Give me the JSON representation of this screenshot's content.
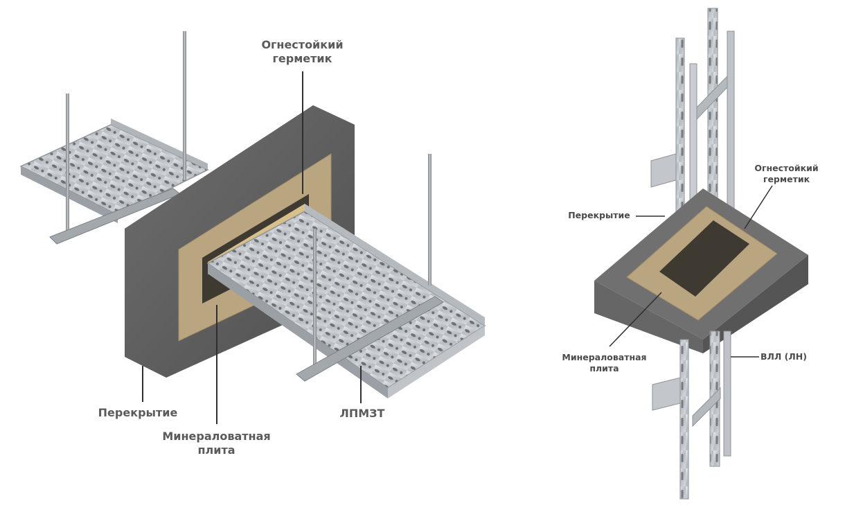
{
  "left_figure": {
    "labels": {
      "sealant_line1": "Огнестойкий",
      "sealant_line2": "герметик",
      "slab": "Перекрытие",
      "wool_line1": "Минераловатная",
      "wool_line2": "плита",
      "tray": "ЛПМЗТ"
    }
  },
  "right_figure": {
    "labels": {
      "sealant_line1": "Огнестойкий",
      "sealant_line2": "герметик",
      "slab": "Перекрытие",
      "wool_line1": "Минераловатная",
      "wool_line2": "плита",
      "ladder": "ВЛЛ (ЛН)"
    }
  },
  "colors": {
    "slab": "#5e5e5e",
    "mineral_wool": "#b9a57f",
    "steel": "#c9cdd1",
    "steel_dark": "#8e9399",
    "leader": "#2f2f2f"
  }
}
